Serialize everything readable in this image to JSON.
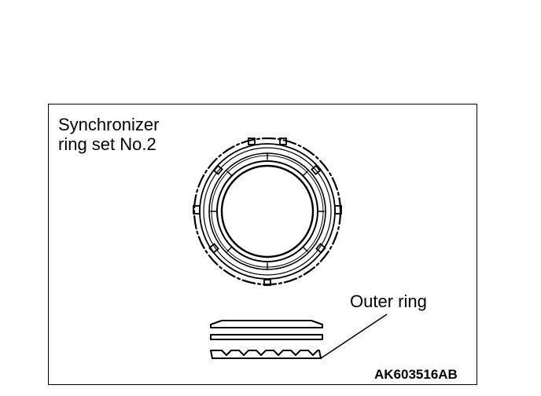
{
  "figure": {
    "title_line1": "Synchronizer",
    "title_line2": "ring set No.2",
    "callout_label": "Outer ring",
    "reference_code": "AK603516AB"
  },
  "colors": {
    "ink": "#000000",
    "background": "#ffffff"
  },
  "icons": {
    "top_view": "synchronizer-ring-top-view",
    "side_view": "synchronizer-ring-side-section"
  }
}
